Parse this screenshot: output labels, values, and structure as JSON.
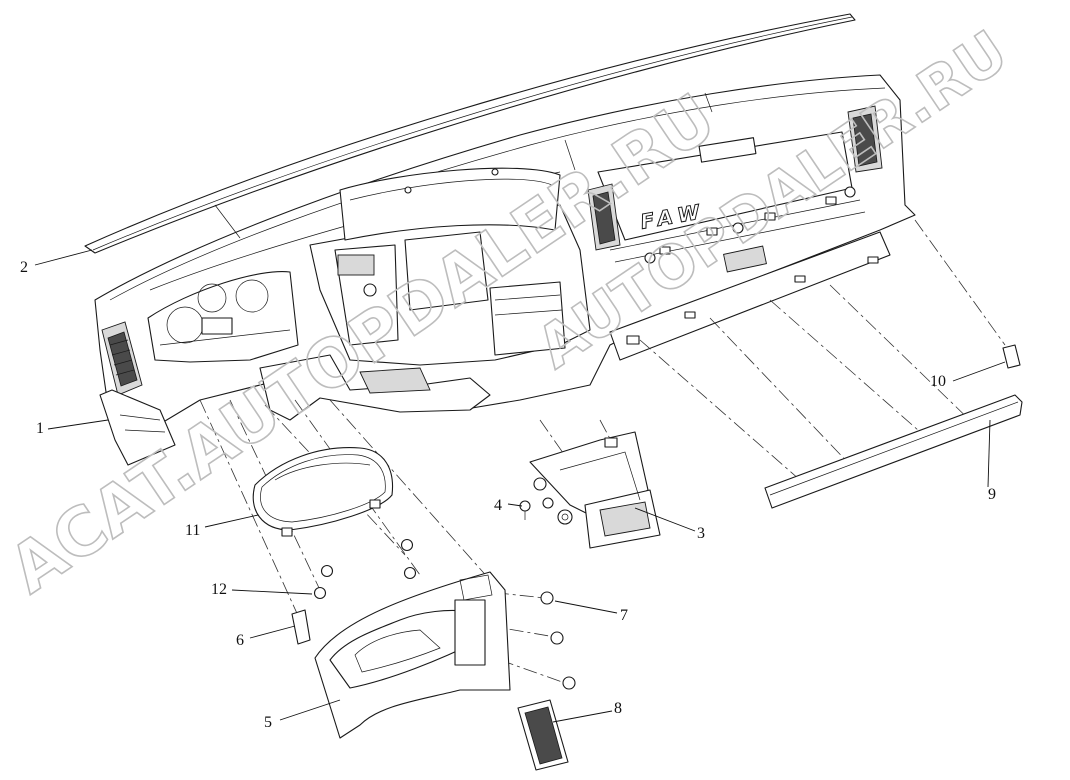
{
  "diagram": {
    "brand_mark": "FAW",
    "watermarks": [
      "ACAT.AUTOPDALER.RU",
      "AUTOPDALER.RU"
    ],
    "callouts": [
      {
        "id": "1",
        "label": "1"
      },
      {
        "id": "2",
        "label": "2"
      },
      {
        "id": "3",
        "label": "3"
      },
      {
        "id": "4",
        "label": "4"
      },
      {
        "id": "5",
        "label": "5"
      },
      {
        "id": "6",
        "label": "6"
      },
      {
        "id": "7",
        "label": "7"
      },
      {
        "id": "8",
        "label": "8"
      },
      {
        "id": "9",
        "label": "9"
      },
      {
        "id": "10",
        "label": "10"
      },
      {
        "id": "11",
        "label": "11"
      },
      {
        "id": "12",
        "label": "12"
      }
    ]
  }
}
